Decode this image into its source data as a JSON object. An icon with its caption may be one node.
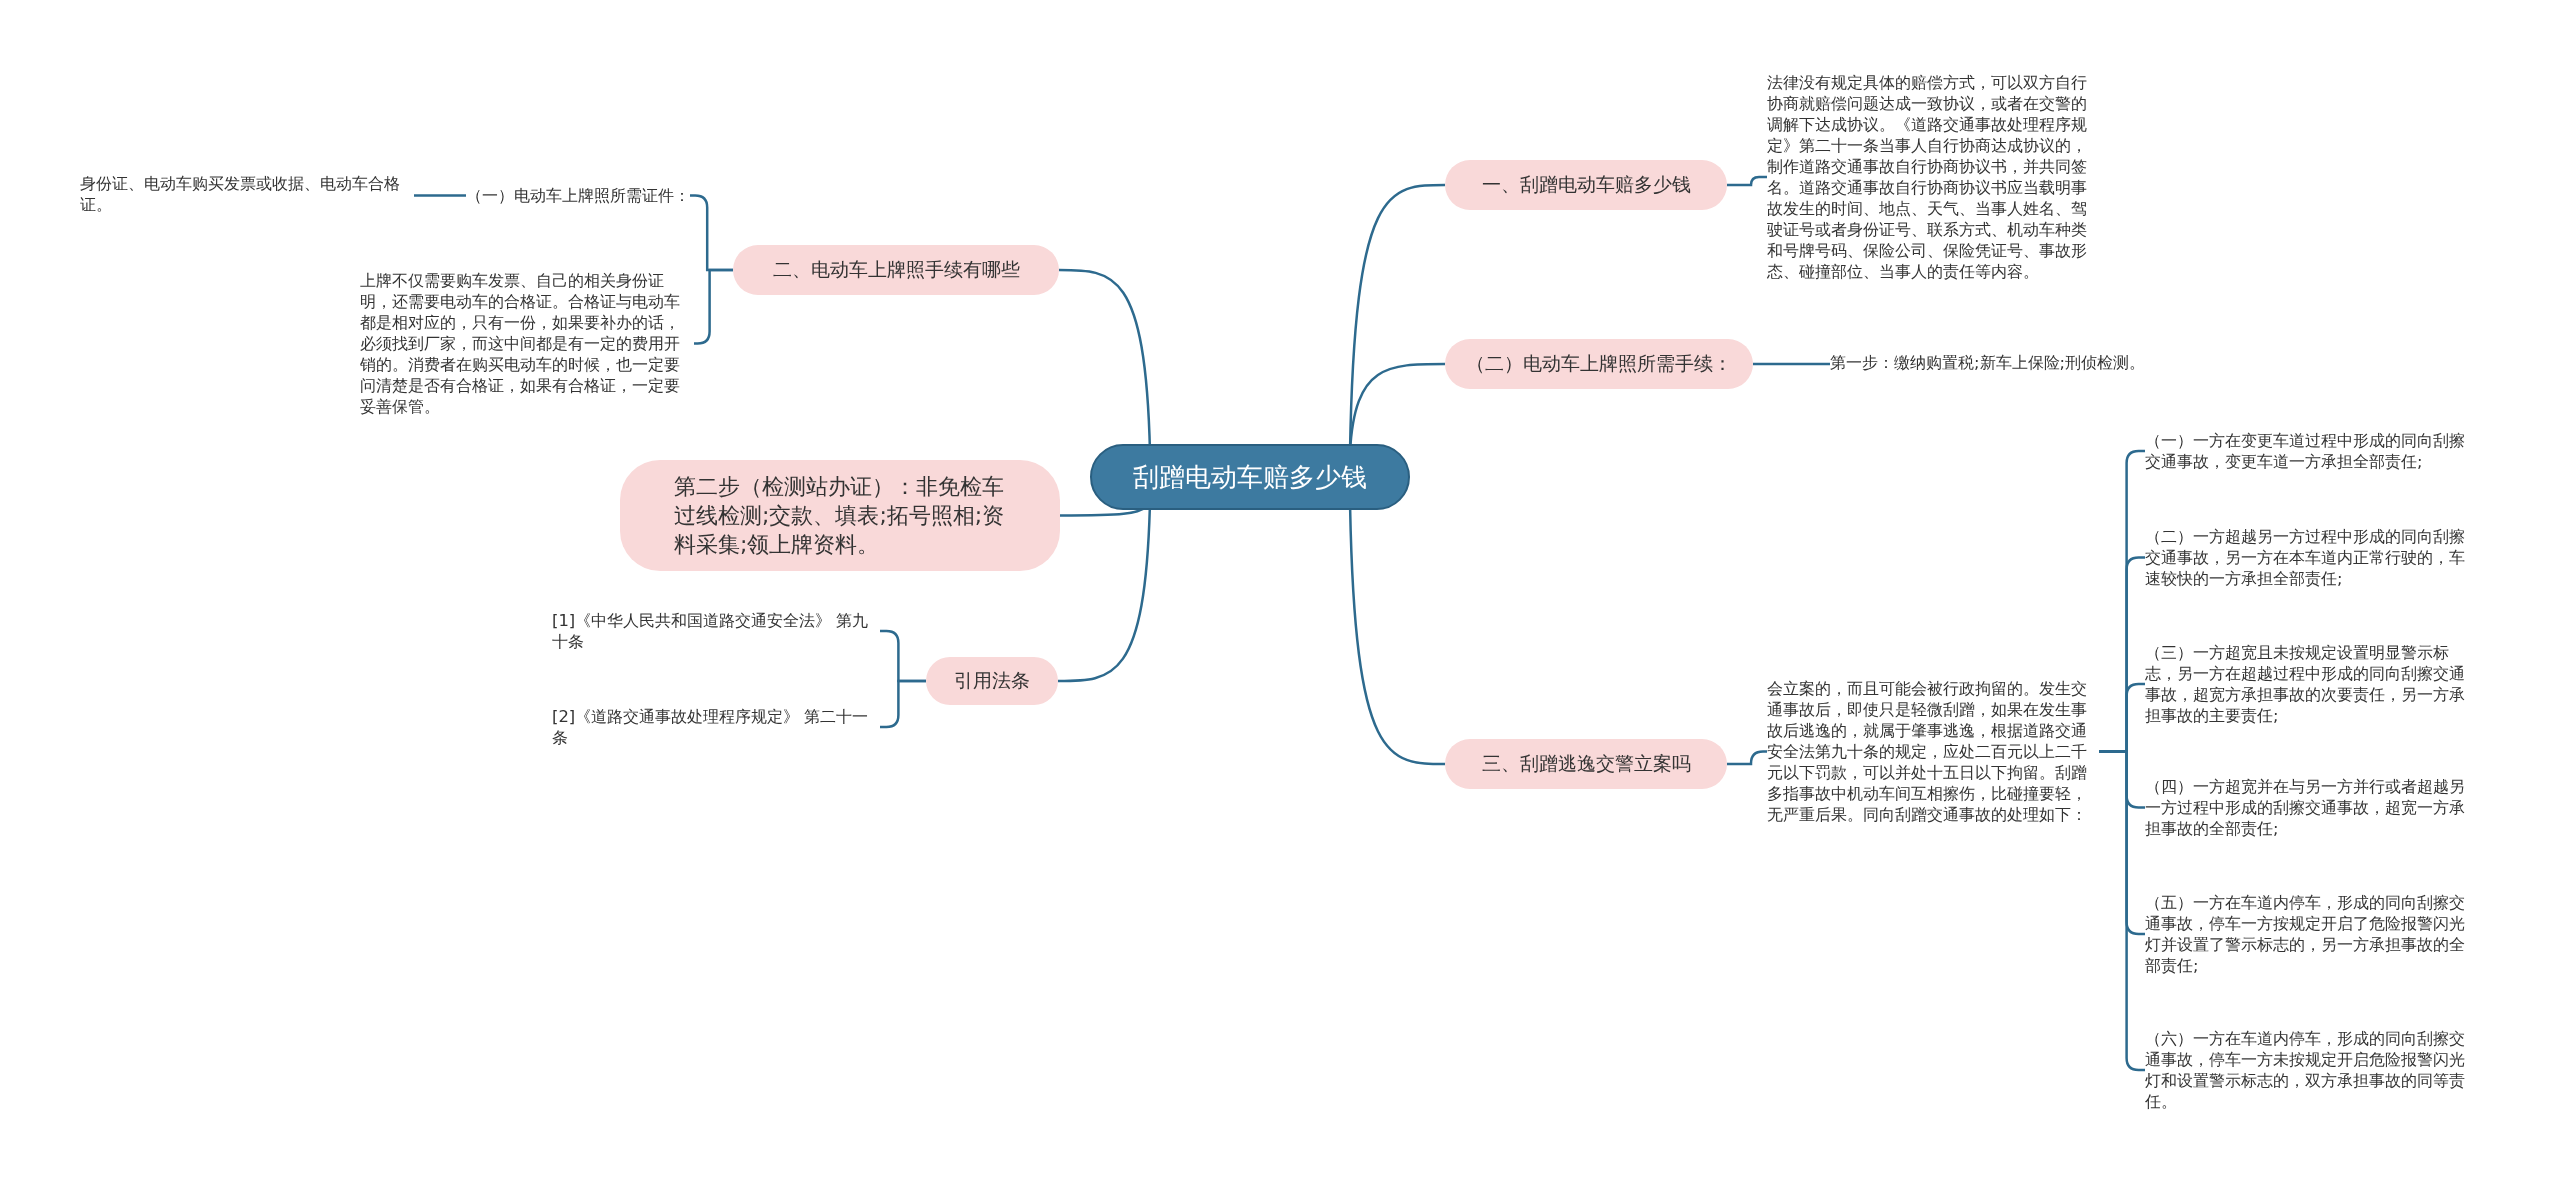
{
  "diagram": {
    "nodes": [
      {
        "text": [
          "刮蹭电动车赔多少钱"
        ]
      },
      {
        "text": [
          "一、刮蹭电动车赔多少钱"
        ]
      },
      {
        "text": [
          "法律没有规定具体的赔偿方式，可以双方自行协商就赔偿问题达成一致协议，或者在交警的调解下达成协议。《道路交通事故处理程序规定》第二十一条当事人自行协商达成协议的，制作道路交通事故自行协商协议书，并共同签名。道路交通事故自行协商协议书应当载明事故发生的时间、地点、天气、当事人姓名、驾驶证号或者身份证号、联系方式、机动车种类和号牌号码、保险公司、保险凭证号、事故形态、碰撞部位、当事人的责任等内容。"
        ]
      },
      {
        "text": [
          "（二）电动车上牌照所需手续："
        ]
      },
      {
        "text": [
          "第一步：缴纳购置税;新车上保险;刑侦检测。"
        ]
      },
      {
        "text": [
          "三、刮蹭逃逸交警立案吗"
        ]
      },
      {
        "text": [
          "会立案的，而且可能会被行政拘留的。发生交通事故后，即使只是轻微刮蹭，如果在发生事故后逃逸的，就属于肇事逃逸，根据道路交通安全法第九十条的规定，应处二百元以上二千元以下罚款，可以并处十五日以下拘留。刮蹭多指事故中机动车间互相擦伤，比碰撞要轻，无严重后果。同向刮蹭交通事故的处理如下："
        ]
      },
      {
        "text": [
          "（一）一方在变更车道过程中形成的同向刮擦交通事故，变更车道一方承担全部责任;"
        ]
      },
      {
        "text": [
          "（二）一方超越另一方过程中形成的同向刮擦交通事故，另一方在本车道内正常行驶的，车速较快的一方承担全部责任;"
        ]
      },
      {
        "text": [
          "（三）一方超宽且未按规定设置明显警示标志，另一方在超越过程中形成的同向刮擦交通事故，超宽方承担事故的次要责任，另一方承担事故的主要责任;"
        ]
      },
      {
        "text": [
          "（四）一方超宽并在与另一方并行或者超越另一方过程中形成的刮擦交通事故，超宽一方承担事故的全部责任;"
        ]
      },
      {
        "text": [
          "（五）一方在车道内停车，形成的同向刮擦交通事故，停车一方按规定开启了危险报警闪光灯并设置了警示标志的，另一方承担事故的全部责任;"
        ]
      },
      {
        "text": [
          "（六）一方在车道内停车，形成的同向刮擦交通事故，停车一方未按规定开启危险报警闪光灯和设置警示标志的，双方承担事故的同等责任。"
        ]
      },
      {
        "text": [
          "二、电动车上牌照手续有哪些"
        ]
      },
      {
        "text": [
          "（一）电动车上牌照所需证件："
        ]
      },
      {
        "text": [
          "身份证、电动车购买发票或收据、电动车合格证。"
        ]
      },
      {
        "text": [
          "上牌不仅需要购车发票、自己的相关身份证明，还需要电动车的合格证。合格证与电动车都是相对应的，只有一份，如果要补办的话，必须找到厂家，而这中间都是有一定的费用开销的。消费者在购买电动车的时候，也一定要问清楚是否有合格证，如果有合格证，一定要妥善保管。"
        ]
      },
      {
        "text": [
          "第二步（检测站办证）：非免检车过线检测;交款、填表;拓号照相;资料采集;领上牌资料。"
        ]
      },
      {
        "text": [
          "引用法条"
        ]
      },
      {
        "text": [
          "[1]《中华人民共和国道路交通安全法》 第九十条"
        ]
      },
      {
        "text": [
          "[2]《道路交通事故处理程序规定》 第二十一条"
        ]
      }
    ],
    "edges": [
      {
        "from": 0,
        "to": 1,
        "arrow": "none"
      },
      {
        "from": 1,
        "to": 2,
        "arrow": "none"
      },
      {
        "from": 0,
        "to": 3,
        "arrow": "none"
      },
      {
        "from": 3,
        "to": 4,
        "arrow": "none"
      },
      {
        "from": 0,
        "to": 5,
        "arrow": "none"
      },
      {
        "from": 5,
        "to": 6,
        "arrow": "none"
      },
      {
        "from": 6,
        "to": 7,
        "arrow": "none"
      },
      {
        "from": 6,
        "to": 8,
        "arrow": "none"
      },
      {
        "from": 6,
        "to": 9,
        "arrow": "none"
      },
      {
        "from": 6,
        "to": 10,
        "arrow": "none"
      },
      {
        "from": 6,
        "to": 11,
        "arrow": "none"
      },
      {
        "from": 6,
        "to": 12,
        "arrow": "none"
      },
      {
        "from": 0,
        "to": 13,
        "arrow": "none"
      },
      {
        "from": 13,
        "to": 14,
        "arrow": "none"
      },
      {
        "from": 14,
        "to": 15,
        "arrow": "none"
      },
      {
        "from": 13,
        "to": 16,
        "arrow": "none"
      },
      {
        "from": 0,
        "to": 17,
        "arrow": "none"
      },
      {
        "from": 0,
        "to": 18,
        "arrow": "none"
      },
      {
        "from": 18,
        "to": 19,
        "arrow": "none"
      },
      {
        "from": 18,
        "to": 20,
        "arrow": "none"
      }
    ]
  }
}
